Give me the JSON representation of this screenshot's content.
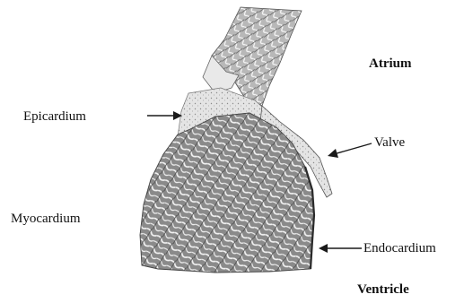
{
  "labels": {
    "atrium": "Atrium",
    "epicardium": "Epicardium",
    "valve": "Valve",
    "myocardium": "Myocardium",
    "endocardium": "Endocardium",
    "ventricle": "Ventricle"
  },
  "colors": {
    "ink": "#1a1a1a",
    "tissue_light": "#d2d2d2",
    "tissue_dark": "#6e6e6e",
    "background": "#ffffff"
  }
}
